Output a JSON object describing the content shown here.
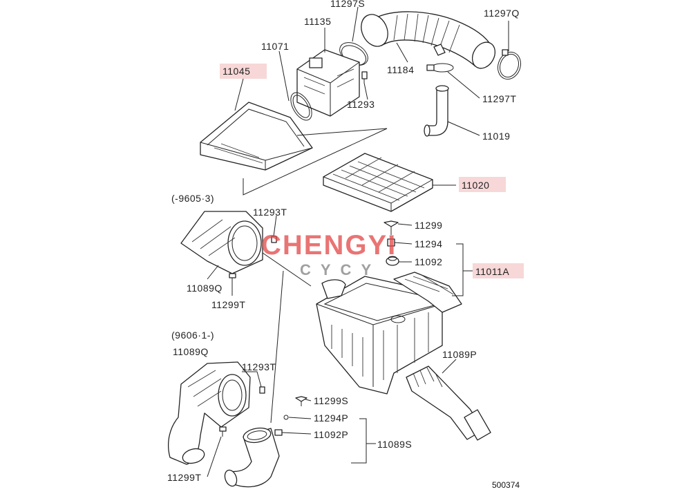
{
  "diagram": {
    "part_labels": {
      "p11297s": "11297S",
      "p11297q": "11297Q",
      "p11135": "11135",
      "p11071": "11071",
      "p11045": "11045",
      "p11184": "11184",
      "p11293_top": "11293",
      "p11297t": "11297T",
      "p11019": "11019",
      "p11020": "11020",
      "p11293t_mid": "11293T",
      "p11299": "11299",
      "p11294": "11294",
      "p11092": "11092",
      "p11011a": "11011A",
      "p11089q_mid": "11089Q",
      "p11299t_mid": "11299T",
      "p11089q_low": "11089Q",
      "p11293t_low": "11293T",
      "p11089p": "11089P",
      "p11299s": "11299S",
      "p11294p": "11294P",
      "p11092p": "11092P",
      "p11089s": "11089S",
      "p11299t_low": "11299T"
    },
    "date_notes": {
      "until": "(-9605·3)",
      "from": "(9606·1-)"
    },
    "reference_number": "500374",
    "highlight_color": "#f7d7d7"
  },
  "watermark": {
    "brand": "CHENGYI",
    "sub": "CYCY",
    "color": "#e14545"
  }
}
